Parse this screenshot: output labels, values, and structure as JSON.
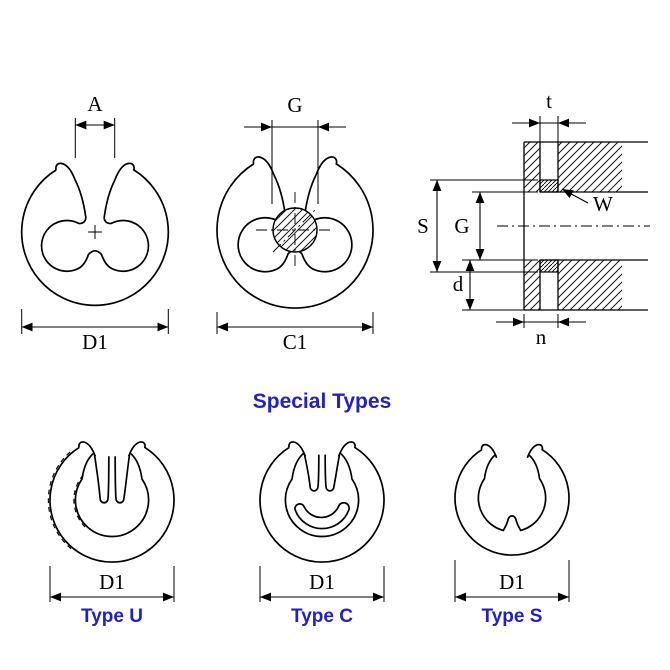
{
  "diagram": {
    "heading": "Special Types",
    "front_view": {
      "dim_a": "A",
      "dim_d1": "D1"
    },
    "shaft_view": {
      "dim_g": "G",
      "dim_c1": "C1"
    },
    "section_view": {
      "dim_t": "t",
      "dim_s": "S",
      "dim_g": "G",
      "dim_w": "W",
      "dim_d": "d",
      "dim_n": "n"
    },
    "special_types": [
      {
        "label": "Type U",
        "dim": "D1"
      },
      {
        "label": "Type C",
        "dim": "D1"
      },
      {
        "label": "Type S",
        "dim": "D1"
      }
    ],
    "colors": {
      "accent": "#2121C8",
      "line": "#000000"
    }
  }
}
